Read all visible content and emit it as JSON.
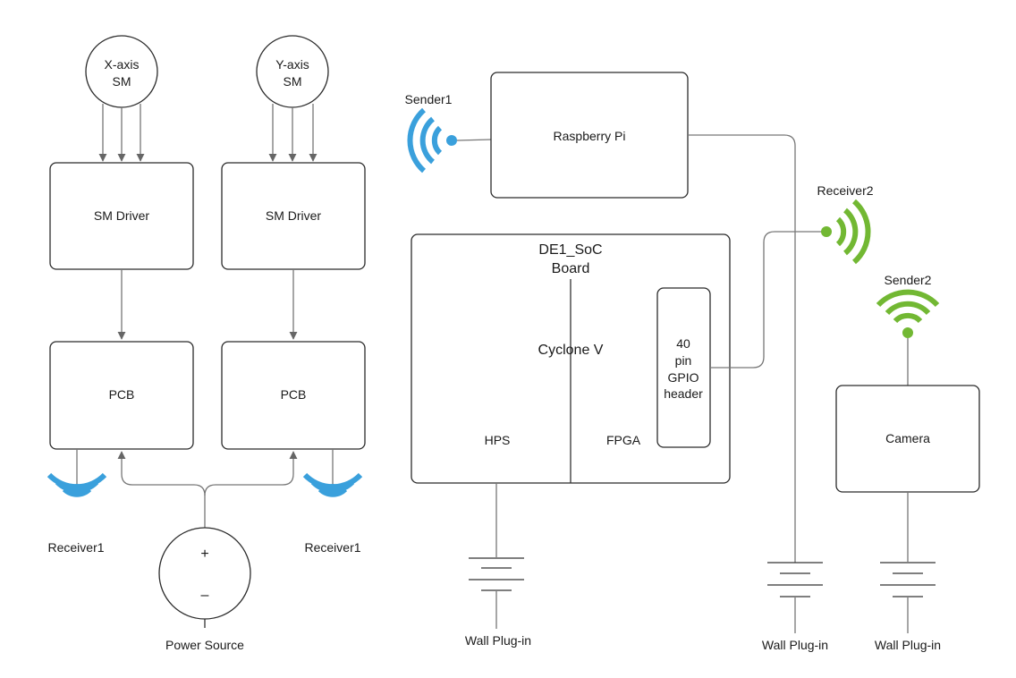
{
  "diagram": {
    "x_motor": {
      "line1": "X-axis",
      "line2": "SM"
    },
    "y_motor": {
      "line1": "Y-axis",
      "line2": "SM"
    },
    "x_driver": "SM Driver",
    "y_driver": "SM Driver",
    "x_pcb": "PCB",
    "y_pcb": "PCB",
    "receiver_left_1": "Receiver1",
    "receiver_left_2": "Receiver1",
    "power_source": {
      "label": "Power Source",
      "plus": "+",
      "minus": "–"
    },
    "raspberry_pi": "Raspberry Pi",
    "sender1": "Sender1",
    "de1_board": {
      "line1": "DE1_SoC",
      "line2": "Board",
      "chip": "Cyclone V",
      "hps": "HPS",
      "fpga": "FPGA"
    },
    "gpio": {
      "line1": "40",
      "line2": "pin",
      "line3": "GPIO",
      "line4": "header"
    },
    "receiver2": "Receiver2",
    "sender2": "Sender2",
    "camera": "Camera",
    "wall_plug_board": "Wall Plug-in",
    "wall_plug_pi": "Wall Plug-in",
    "wall_plug_camera": "Wall Plug-in",
    "colors": {
      "blue_wireless": "#3aa0dc",
      "green_wireless": "#72b833",
      "line": "#777777",
      "box_stroke": "#2b2b2b"
    }
  }
}
